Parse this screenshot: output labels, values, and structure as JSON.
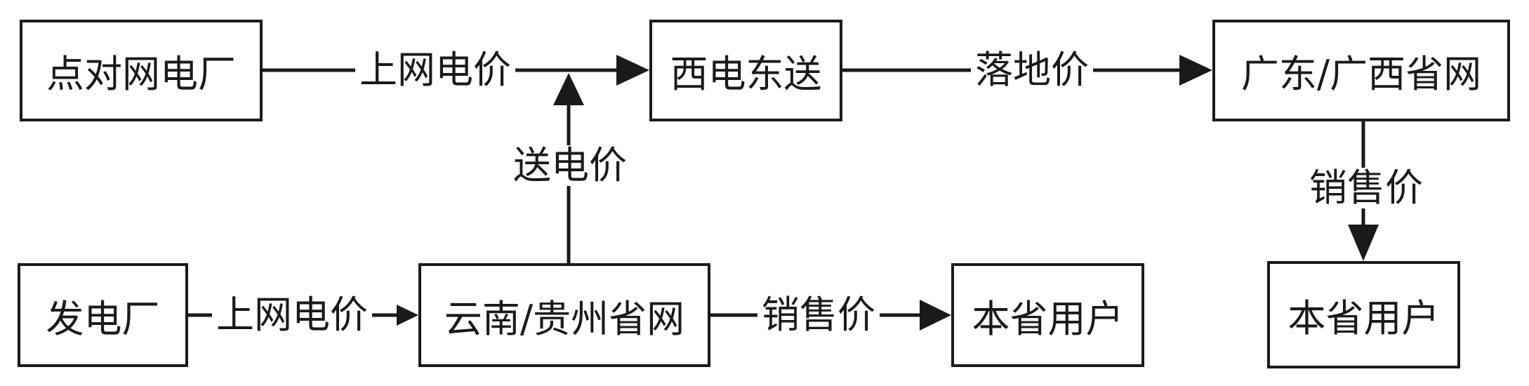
{
  "nodes": {
    "point_plant": "点对网电厂",
    "west_east": "西电东送",
    "guangdong_guangxi": "广东/广西省网",
    "power_plant": "发电厂",
    "yunnan_guizhou": "云南/贵州省网",
    "local_users_1": "本省用户",
    "local_users_2": "本省用户"
  },
  "edges": {
    "point_plant_price": "上网电价",
    "landing_price": "落地价",
    "transmission_price": "送电价",
    "plant_price": "上网电价",
    "sales_price_1": "销售价",
    "sales_price_2": "销售价"
  },
  "colors": {
    "line": "#1a1a1a",
    "background": "#ffffff"
  }
}
